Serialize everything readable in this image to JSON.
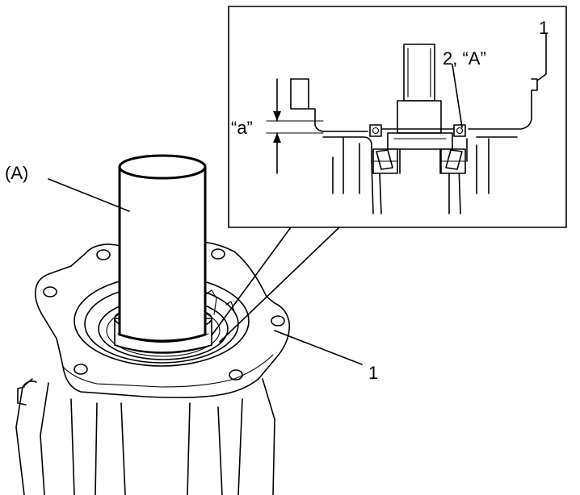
{
  "labels": {
    "tool": "(A)",
    "part_main": "1",
    "part_inset": "1",
    "seal": "2, “A”",
    "dimension": "“a”"
  }
}
